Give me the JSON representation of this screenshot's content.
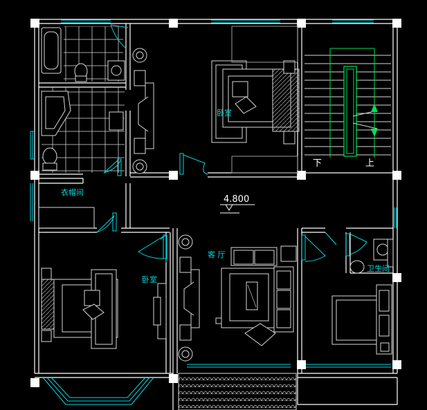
{
  "labels": {
    "master_bedroom": "卧室",
    "cloakroom": "衣帽间",
    "bedroom": "卧室",
    "living_room": "客 厅",
    "bathroom": "卫生间",
    "level": "4.800",
    "stair_down": "下",
    "stair_up": "上"
  },
  "colors": {
    "background": "#000000",
    "wall": "#ffffff",
    "window": "#00d8e0",
    "furniture": "#d8d8d8",
    "text": "#00d8e0",
    "stair_arrow": "#00e05a"
  }
}
